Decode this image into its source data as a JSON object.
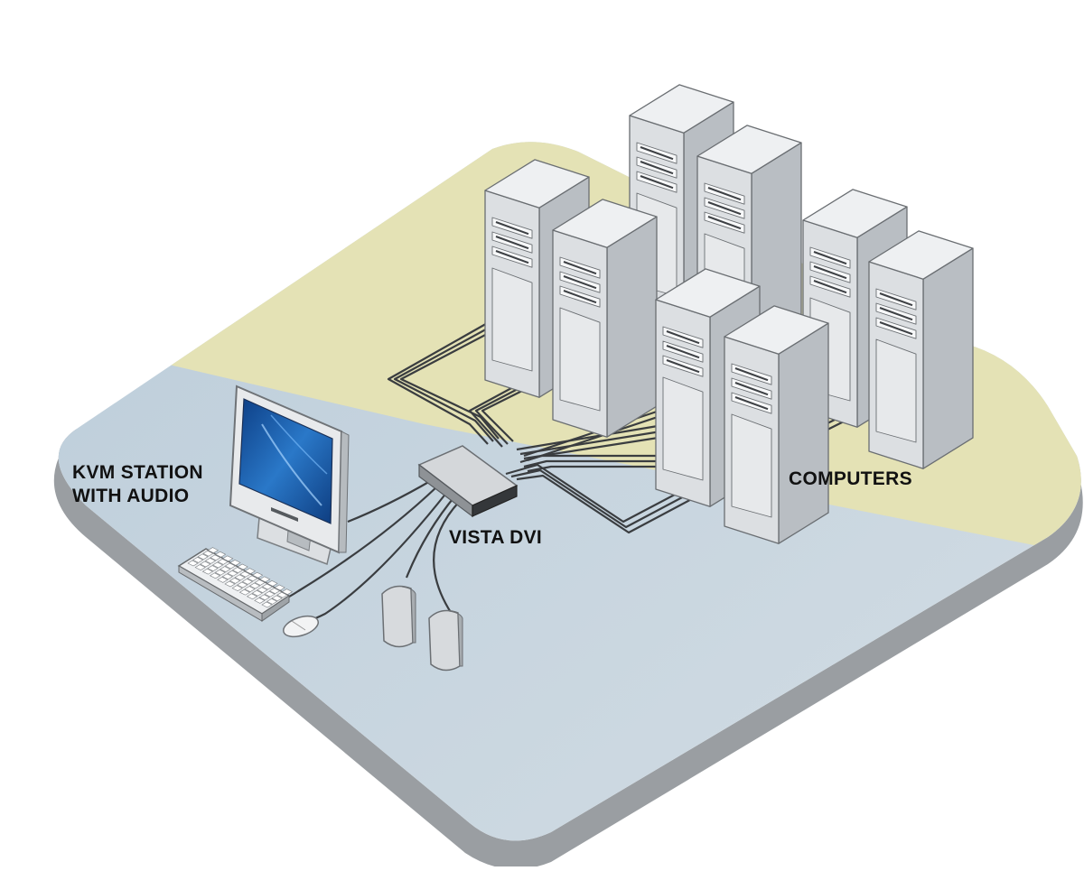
{
  "labels": {
    "station_line1": "KVM STATION",
    "station_line2": "WITH AUDIO",
    "switch": "VISTA DVI",
    "computers": "COMPUTERS"
  },
  "colors": {
    "floor_blue": "#c5d5e0",
    "floor_yellow": "#e4e2b5",
    "floor_edge": "#9a9ea2",
    "tower_face": "#dcdfe2",
    "tower_side": "#b9bec3",
    "tower_top": "#eef0f2",
    "cable": "#3a3d40",
    "screen": "#1c58a5"
  },
  "icons": {
    "monitor": "monitor-icon",
    "keyboard": "keyboard-icon",
    "mouse": "mouse-icon",
    "speaker": "speaker-icon",
    "switch": "kvm-switch-icon",
    "tower": "tower-computer-icon"
  }
}
